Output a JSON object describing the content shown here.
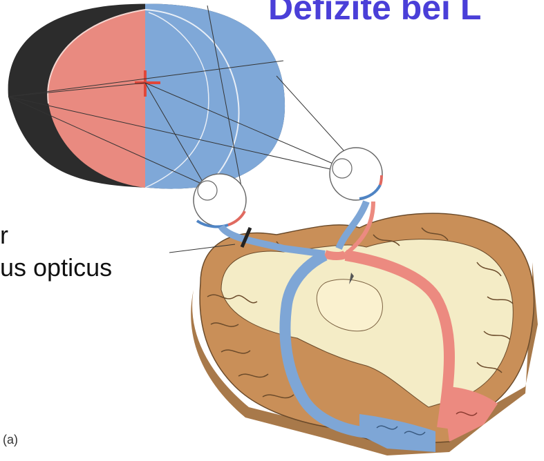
{
  "slide": {
    "title": "Defizite bei L",
    "labels": [
      "r",
      "us opticus"
    ],
    "figure_label": "(a)"
  },
  "colors": {
    "title": "#4a3fd8",
    "left_field": "#e98a80",
    "right_field": "#7fa8d8",
    "blind_field": "#2a2a2a",
    "cortex": "#c98f58",
    "white_matter": "#f4ecc6",
    "left_pathway": "#ec8a80",
    "right_pathway": "#7ea6d6",
    "lesion_mark": "#222222"
  }
}
